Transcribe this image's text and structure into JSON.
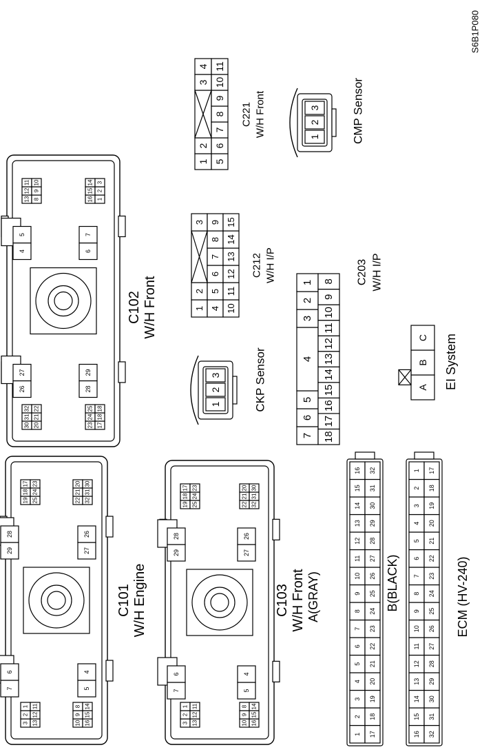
{
  "figure_code": "S6B1P080",
  "connectors": {
    "c102": {
      "name": "C102",
      "harness": "W/H Front",
      "pins_top": [
        "30",
        "31",
        "32",
        "20",
        "21",
        "22",
        "13",
        "12",
        "11",
        "8",
        "9",
        "10"
      ],
      "pins_mid": [
        "28",
        "29",
        "6",
        "7",
        "26",
        "27",
        "4",
        "5"
      ],
      "pins_bot": [
        "23",
        "24",
        "25",
        "17",
        "18",
        "18",
        "16",
        "15",
        "14",
        "1",
        "2",
        "3"
      ]
    },
    "c101": {
      "name": "C101",
      "harness": "W/H Engine",
      "pins_top": [
        "3",
        "2",
        "1",
        "13",
        "12",
        "11",
        "19",
        "18",
        "17",
        "25",
        "24",
        "23"
      ],
      "pins_mid": [
        "5",
        "4",
        "27",
        "26",
        "7",
        "6",
        "29",
        "28"
      ],
      "pins_bot": [
        "10",
        "9",
        "8",
        "16",
        "15",
        "14",
        "22",
        "21",
        "20",
        "32",
        "31",
        "30"
      ]
    },
    "c103": {
      "name": "C103",
      "harness": "W/H Front",
      "pins_top": [
        "3",
        "2",
        "1",
        "13",
        "12",
        "11",
        "19",
        "18",
        "17",
        "25",
        "24",
        "23"
      ],
      "pins_mid": [
        "5",
        "4",
        "27",
        "26",
        "7",
        "6",
        "29",
        "28"
      ],
      "pins_bot": [
        "10",
        "9",
        "8",
        "16",
        "15",
        "14",
        "22",
        "21",
        "20",
        "32",
        "31",
        "30"
      ]
    },
    "c221": {
      "name": "C221",
      "harness": "W/H Front",
      "row1": [
        "1",
        "2",
        "3",
        "4"
      ],
      "row2": [
        "5",
        "6",
        "7",
        "8",
        "9",
        "10",
        "11"
      ]
    },
    "c212": {
      "name": "C212",
      "harness": "W/H I/P",
      "row1": [
        "1",
        "2",
        "3"
      ],
      "row2": [
        "4",
        "5",
        "6",
        "7",
        "8",
        "9"
      ],
      "row3": [
        "10",
        "11",
        "12",
        "13",
        "14",
        "15"
      ]
    },
    "c203": {
      "name": "C203",
      "harness": "W/H I/P",
      "row1": [
        "7",
        "6",
        "5",
        "4",
        "3",
        "2",
        "1"
      ],
      "row2": [
        "18",
        "17",
        "16",
        "15",
        "14",
        "13",
        "12",
        "11",
        "10",
        "9",
        "8"
      ]
    },
    "cmp": {
      "name": "CMP Sensor",
      "pins": [
        "1",
        "2",
        "3"
      ]
    },
    "ckp": {
      "name": "CKP Sensor",
      "pins": [
        "1",
        "2",
        "3"
      ]
    },
    "ei": {
      "name": "EI System",
      "pins": [
        "A",
        "B",
        "C"
      ]
    },
    "ecm": {
      "name": "ECM (HV-240)",
      "a_label": "A(GRAY)",
      "b_label": "B(BLACK)",
      "a_row1": [
        "1",
        "2",
        "3",
        "4",
        "5",
        "6",
        "7",
        "8",
        "9",
        "10",
        "11",
        "12",
        "13",
        "14",
        "15",
        "16"
      ],
      "a_row2": [
        "17",
        "18",
        "19",
        "20",
        "21",
        "22",
        "23",
        "24",
        "25",
        "26",
        "27",
        "28",
        "29",
        "30",
        "31",
        "32"
      ],
      "b_row1": [
        "32",
        "31",
        "30",
        "29",
        "28",
        "27",
        "26",
        "25",
        "24",
        "23",
        "22",
        "21",
        "20",
        "19",
        "18",
        "17"
      ],
      "b_row2": [
        "16",
        "15",
        "14",
        "13",
        "12",
        "11",
        "10",
        "9",
        "8",
        "7",
        "6",
        "5",
        "4",
        "3",
        "2",
        "1"
      ]
    }
  }
}
